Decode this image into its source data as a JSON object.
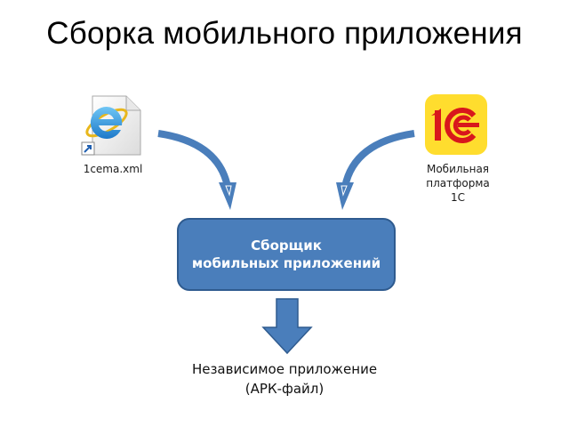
{
  "title": "Сборка мобильного приложения",
  "config_file": {
    "caption": "1cema.xml",
    "icon": "internet-explorer-file-icon"
  },
  "platform": {
    "logo_text": "1С",
    "caption_lines": [
      "Мобильная",
      "платформа",
      "1С"
    ],
    "icon": "1c-logo-icon"
  },
  "builder": {
    "lines": [
      "Сборщик",
      "мобильных приложений"
    ]
  },
  "result": {
    "lines": [
      "Независимое приложение",
      "(АРК-файл)"
    ]
  },
  "colors": {
    "accent_blue": "#4a7ebb",
    "box_border": "#2f5b8f",
    "logo_red": "#d8171c",
    "logo_yellow": "#ffdd2e"
  }
}
